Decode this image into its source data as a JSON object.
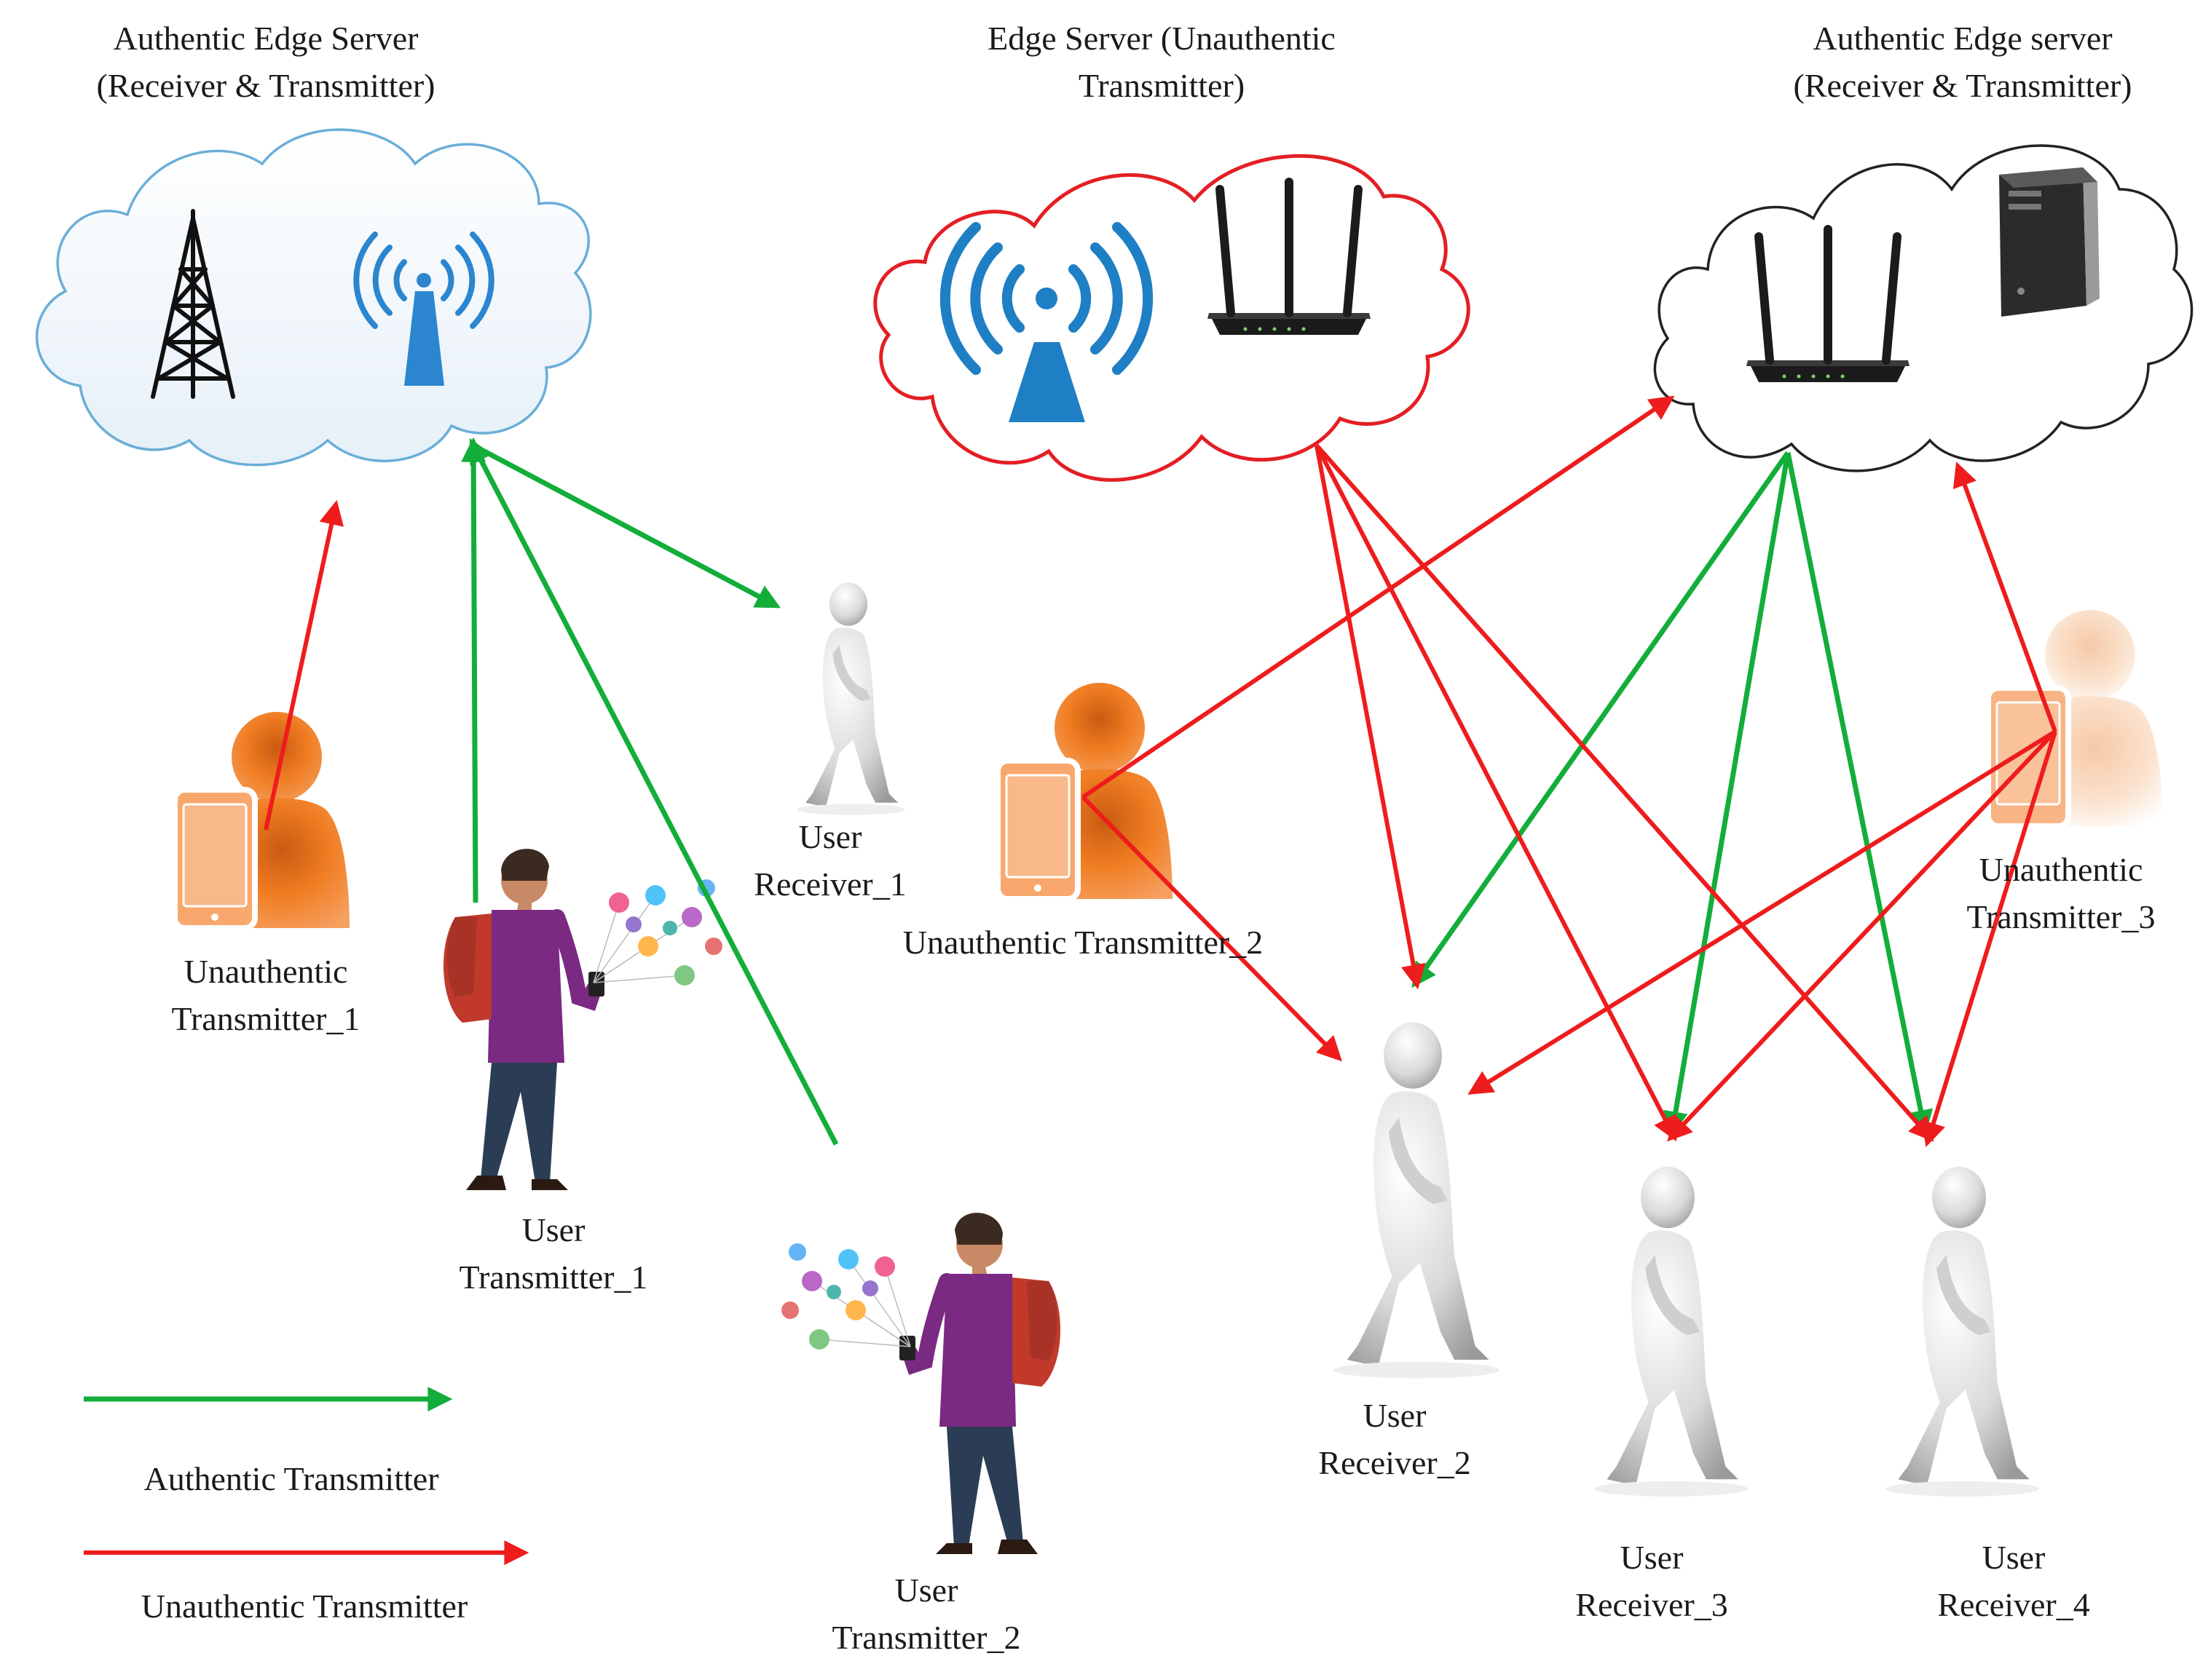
{
  "servers": {
    "left": {
      "label_line1": "Authentic Edge  Server",
      "label_line2": "(Receiver & Transmitter)"
    },
    "middle": {
      "label_line1": "Edge Server (Unauthentic",
      "label_line2": "Transmitter)"
    },
    "right": {
      "label_line1": "Authentic Edge server",
      "label_line2": "(Receiver & Transmitter)"
    }
  },
  "nodes": {
    "unauth_tx_1": {
      "label_line1": "Unauthentic",
      "label_line2": "Transmitter_1"
    },
    "user_tx_1": {
      "label_line1": "User",
      "label_line2": "Transmitter_1"
    },
    "user_rx_1": {
      "label_line1": "User",
      "label_line2": "Receiver_1"
    },
    "user_tx_2": {
      "label_line1": "User",
      "label_line2": "Transmitter_2"
    },
    "unauth_tx_2": {
      "label": "Unauthentic Transmitter_2"
    },
    "unauth_tx_3": {
      "label_line1": "Unauthentic",
      "label_line2": "Transmitter_3"
    },
    "user_rx_2": {
      "label_line1": "User",
      "label_line2": "Receiver_2"
    },
    "user_rx_3": {
      "label_line1": "User",
      "label_line2": "Receiver_3"
    },
    "user_rx_4": {
      "label_line1": "User",
      "label_line2": "Receiver_4"
    }
  },
  "legend": {
    "authentic": "Authentic Transmitter",
    "unauthentic": "Unauthentic Transmitter"
  },
  "colors": {
    "authentic": "#13ad3a",
    "unauthentic": "#ee1c1c",
    "cloud_left_stroke": "#6aaed8",
    "cloud_middle_stroke": "#e41e25",
    "cloud_right_stroke": "#222222",
    "wifi_blue": "#1f7fc4",
    "orange_person": "#f07d22",
    "phone": "#f8a86d"
  },
  "icons": [
    "cell-tower-icon",
    "wifi-antenna-icon",
    "wifi-router-icon",
    "desktop-tower-icon",
    "walking-person-icon",
    "person-with-phone-icon",
    "backpacker-with-phone-icon"
  ]
}
